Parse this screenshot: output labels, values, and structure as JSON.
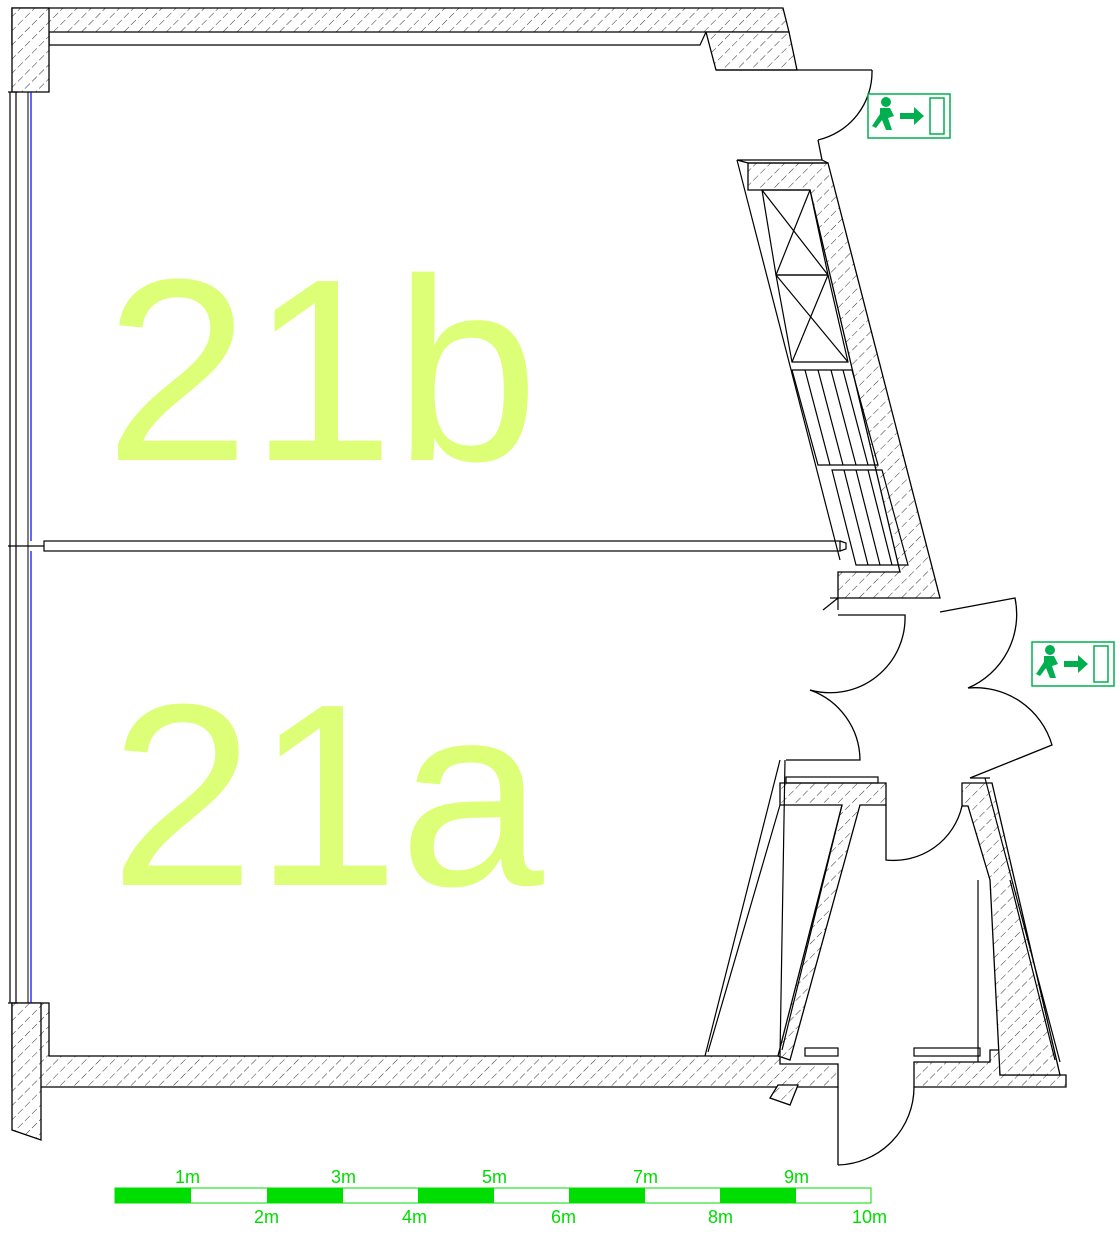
{
  "rooms": [
    {
      "id": "21b",
      "label": "21b"
    },
    {
      "id": "21a",
      "label": "21a"
    }
  ],
  "colors": {
    "wall": "#000000",
    "room_label": "#ddff77",
    "exit_sign": "#00b050",
    "scale_green": "#00dd00",
    "window_line": "#0000ff"
  },
  "exit_signs": [
    {
      "icon": "running-person-icon"
    },
    {
      "icon": "running-person-icon"
    }
  ],
  "scale_bar": {
    "top_labels": [
      "1m",
      "3m",
      "5m",
      "7m",
      "9m"
    ],
    "bottom_labels": [
      "2m",
      "4m",
      "6m",
      "8m",
      "10m"
    ]
  }
}
